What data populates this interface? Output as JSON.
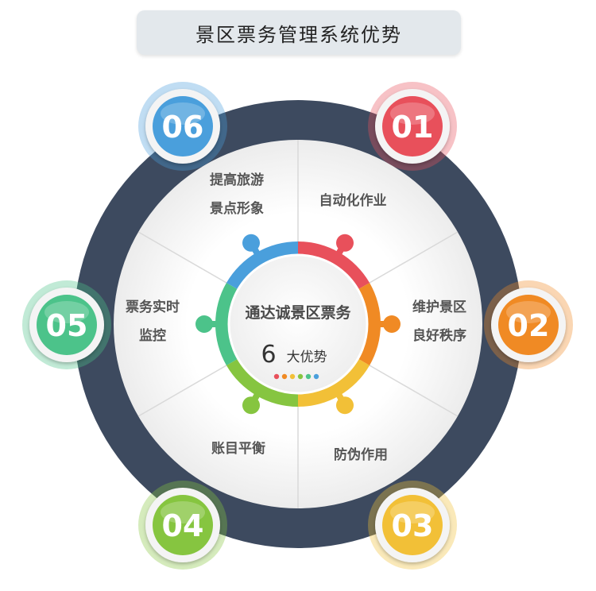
{
  "title": "景区票务管理系统优势",
  "center": {
    "title": "通达诚景区票务",
    "number": "6",
    "subtitle": "大优势"
  },
  "items": [
    {
      "num": "01",
      "lines": [
        "自动化作业"
      ],
      "color": "#e8505b"
    },
    {
      "num": "02",
      "lines": [
        "维护景区",
        "良好秩序"
      ],
      "color": "#f08a24"
    },
    {
      "num": "03",
      "lines": [
        "防伪作用"
      ],
      "color": "#f2c037"
    },
    {
      "num": "04",
      "lines": [
        "账目平衡"
      ],
      "color": "#86c540"
    },
    {
      "num": "05",
      "lines": [
        "票务实时",
        "监控"
      ],
      "color": "#4cc38a"
    },
    {
      "num": "06",
      "lines": [
        "提高旅游",
        "景点形象"
      ],
      "color": "#4a9fdc"
    }
  ],
  "colors": {
    "dark_ring": "#3d4a5f",
    "segment_fill": "#f6f6f6",
    "title_bg": "#e3e8ec"
  },
  "dot_colors": [
    "#e8505b",
    "#f08a24",
    "#f2c037",
    "#86c540",
    "#4cc38a",
    "#4a9fdc"
  ]
}
